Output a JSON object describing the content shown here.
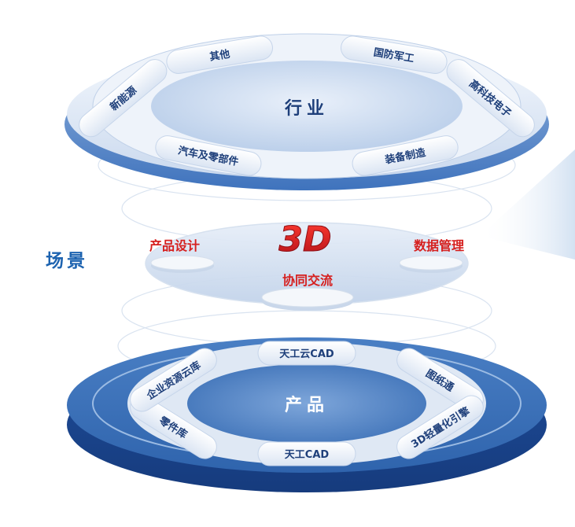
{
  "side_label": "场景",
  "top_layer": {
    "center_label": "行业",
    "segments": [
      "其他",
      "国防军工",
      "高科技电子",
      "装备制造",
      "汽车及零部件",
      "新能源"
    ]
  },
  "middle_layer": {
    "logo_text": "3D",
    "labels": [
      "产品设计",
      "数据管理",
      "协同交流"
    ]
  },
  "bottom_layer": {
    "center_label": "产品",
    "segments": [
      "天工云CAD",
      "图纸通",
      "3D轻量化引擎",
      "天工CAD",
      "零件库",
      "企业资源云库"
    ]
  },
  "colors": {
    "brand_blue": "#1d63b0",
    "dark_blue": "#1e3f7a",
    "accent_red": "#d6201f"
  }
}
